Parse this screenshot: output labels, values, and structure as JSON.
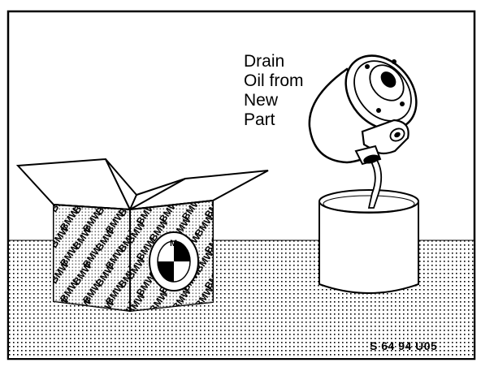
{
  "caption": {
    "lines": [
      "Drain",
      "Oil from",
      "New",
      "Part"
    ]
  },
  "reference_code": "S 64 94 U05",
  "box_print": {
    "text": "BMW",
    "logo_letter": "M"
  },
  "colors": {
    "ink": "#000000",
    "paper": "#ffffff"
  }
}
